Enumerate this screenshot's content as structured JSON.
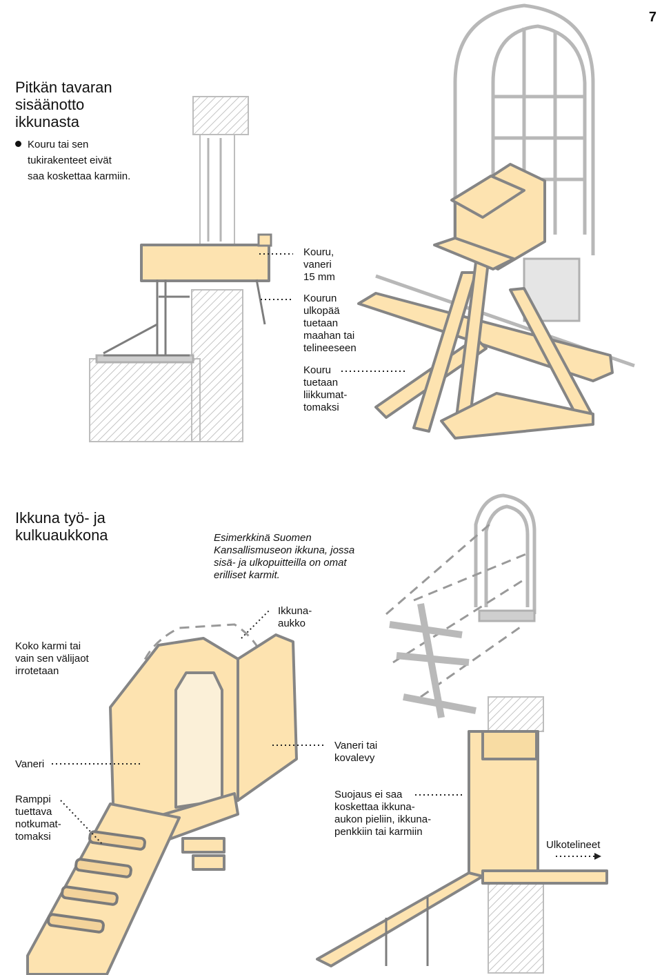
{
  "page": {
    "number": "7"
  },
  "section1": {
    "title_lines": [
      "Pitkän tavaran",
      "sisäänotto",
      "ikkunasta"
    ],
    "bullet_lines": [
      "Kouru tai sen",
      "tukirakenteet eivät",
      "saa koskettaa karmiin."
    ],
    "labels": {
      "chute": [
        "Kouru,",
        "vaneri",
        "15 mm"
      ],
      "outer_end": [
        "Kourun",
        "ulkopää",
        "tuetaan",
        "maahan tai",
        "telineeseen"
      ],
      "support": [
        "Kouru",
        "tuetaan",
        "liikkumat-",
        "tomaksi"
      ]
    }
  },
  "section2": {
    "title_lines": [
      "Ikkuna työ- ja",
      "kulkuaukkona"
    ],
    "example_lines": [
      "Esimerkkinä Suomen",
      "Kansallismuseon ikkuna, jossa",
      "sisä- ja ulkopuitteilla on omat",
      "erilliset karmit."
    ],
    "labels": {
      "window_opening": [
        "Ikkuna-",
        "aukko"
      ],
      "frame_removed": [
        "Koko karmi tai",
        "vain sen välijaot",
        "irrotetaan"
      ],
      "plywood": [
        "Vaneri"
      ],
      "plywood_or_board": [
        "Vaneri tai",
        "kovalevy"
      ],
      "ramp": [
        "Ramppi",
        "tuettava",
        "notkumat-",
        "tomaksi"
      ],
      "protection": [
        "Suojaus ei saa",
        "koskettaa ikkuna-",
        "aukon pieliin, ikkuna-",
        "penkkiin tai karmiin"
      ],
      "scaffold": [
        "Ulkotelineet"
      ]
    }
  }
}
